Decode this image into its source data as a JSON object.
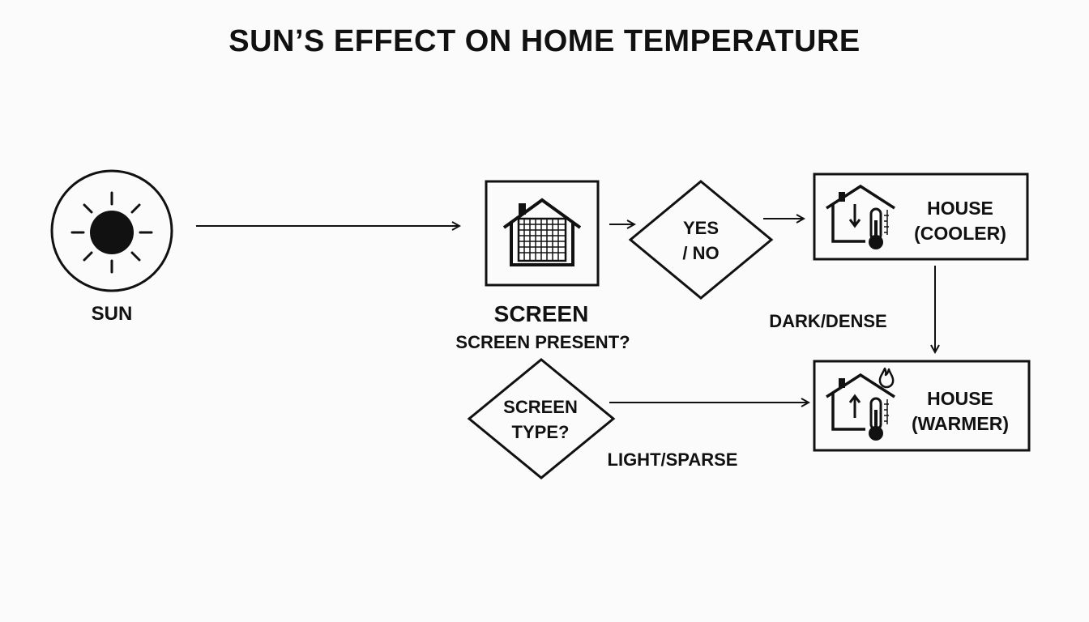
{
  "title": "SUN’S EFFECT ON HOME TEMPERATURE",
  "nodes": {
    "sun": {
      "label": "SUN",
      "icon": "sun-icon"
    },
    "screen": {
      "label": "SCREEN",
      "question": "SCREEN PRESENT?",
      "icon": "house-screen-icon"
    },
    "yes_no": {
      "line1": "YES",
      "line2": "/ NO"
    },
    "screen_type": {
      "line1": "SCREEN",
      "line2": "TYPE?"
    },
    "house_cooler": {
      "line1": "HOUSE",
      "line2": "(COOLER)",
      "icon": "house-temperature-down-icon"
    },
    "house_warmer": {
      "line1": "HOUSE",
      "line2": "(WARMER)",
      "icon": "house-temperature-up-flame-icon"
    }
  },
  "edge_labels": {
    "dark": "DARK/DENSE",
    "light": "LIGHT/SPARSE"
  },
  "colors": {
    "ink": "#111111",
    "background": "#fbfbfb"
  }
}
